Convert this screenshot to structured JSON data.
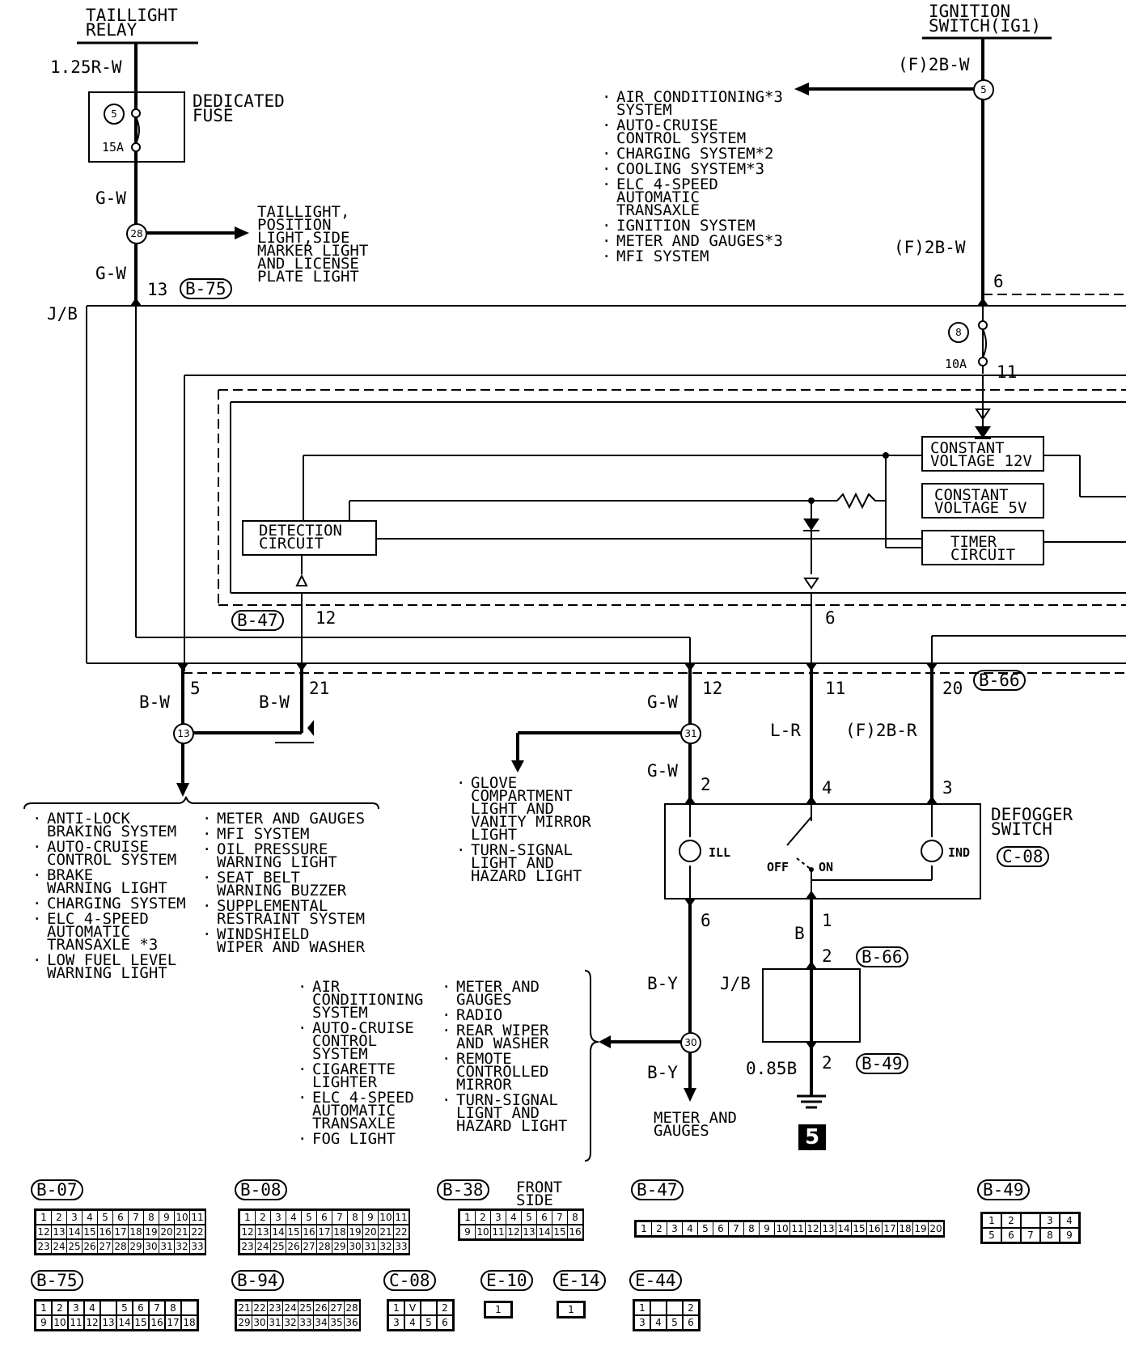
{
  "top": {
    "taillight_relay": "TAILLIGHT\nRELAY",
    "ignition_switch": "IGNITION\nSWITCH(IG1)",
    "wire_1_25rw": "1.25R-W",
    "dedicated_fuse": "DEDICATED\nFUSE",
    "fuse5_num": "5",
    "fuse5_amp": "15A",
    "wire_gw_a": "G-W",
    "wire_gw_b": "G-W",
    "splice_28": "28",
    "taillight_dest": "TAILLIGHT,\nPOSITION\nLIGHT,SIDE\nMARKER LIGHT\nAND LICENSE\nPLATE LIGHT",
    "pin_13": "13",
    "conn_b75": "B-75",
    "jb": "J/B",
    "wire_f2bw_a": "(F)2B-W",
    "wire_f2bw_b": "(F)2B-W",
    "splice_5": "5",
    "pin_6_top": "6",
    "fuse8_num": "8",
    "fuse8_amp": "10A",
    "pin_11_top": "11",
    "ig_dest": [
      "AIR CONDITIONING*3\nSYSTEM",
      "AUTO-CRUISE\nCONTROL SYSTEM",
      "CHARGING SYSTEM*2",
      "COOLING SYSTEM*3",
      "ELC 4-SPEED\nAUTOMATIC\nTRANSAXLE",
      "IGNITION SYSTEM",
      "METER AND GAUGES*3",
      "MFI SYSTEM"
    ]
  },
  "jb_internal": {
    "constant_12v": "CONSTANT\nVOLTAGE 12V",
    "constant_5v": "CONSTANT\nVOLTAGE 5V",
    "timer": "TIMER\nCIRCUIT",
    "detection": "DETECTION\nCIRCUIT",
    "conn_b47": "B-47",
    "pin_12_b47": "12",
    "pin_6_mid": "6"
  },
  "lower": {
    "pin_5": "5",
    "pin_21": "21",
    "pin_12": "12",
    "pin_11": "11",
    "pin_20": "20",
    "conn_b66": "B-66",
    "wire_bw_a": "B-W",
    "wire_bw_b": "B-W",
    "wire_gw_c": "G-W",
    "wire_gw_d": "G-W",
    "wire_lr": "L-R",
    "wire_f2br": "(F)2B-R",
    "splice_13": "13",
    "splice_31": "31",
    "splice_30": "30",
    "pin_2_sw": "2",
    "pin_4_sw": "4",
    "pin_3_sw": "3",
    "defogger_switch": "DEFOGGER\nSWITCH",
    "conn_c08": "C-08",
    "ill": "ILL",
    "ind": "IND",
    "off": "OFF",
    "on": "ON",
    "pin_6_sw": "6",
    "pin_1_sw": "1",
    "wire_by_a": "B-Y",
    "wire_by_b": "B-Y",
    "wire_b": "B",
    "pin_2_b66": "2",
    "conn_b66_b": "B-66",
    "jb_b": "J/B",
    "wire_085b": "0.85B",
    "pin_2_b49": "2",
    "conn_b49": "B-49",
    "ground_num": "5",
    "meter_dest": "METER AND\nGAUGES",
    "bw_dest_col1": [
      "ANTI-LOCK\nBRAKING SYSTEM",
      "AUTO-CRUISE\nCONTROL SYSTEM",
      "BRAKE\nWARNING LIGHT",
      "CHARGING SYSTEM",
      "ELC 4-SPEED\nAUTOMATIC\nTRANSAXLE *3",
      "LOW FUEL LEVEL\nWARNING LIGHT"
    ],
    "bw_dest_col2": [
      "METER AND GAUGES",
      "MFI SYSTEM",
      "OIL PRESSURE\nWARNING LIGHT",
      "SEAT BELT\nWARNING BUZZER",
      "SUPPLEMENTAL\nRESTRAINT SYSTEM",
      "WINDSHIELD\nWIPER AND WASHER"
    ],
    "gw_dest": [
      "GLOVE\nCOMPARTMENT\nLIGHT AND\nVANITY MIRROR\nLIGHT",
      "TURN-SIGNAL\nLIGHT AND\nHAZARD LIGHT"
    ],
    "by_src_col1": [
      "AIR\nCONDITIONING\nSYSTEM",
      "AUTO-CRUISE\nCONTROL\nSYSTEM",
      "CIGARETTE\nLIGHTER",
      "ELC 4-SPEED\nAUTOMATIC\nTRANSAXLE",
      "FOG LIGHT"
    ],
    "by_src_col2": [
      "METER AND\nGAUGES",
      "RADIO",
      "REAR WIPER\nAND WASHER",
      "REMOTE\nCONTROLLED\nMIRROR",
      "TURN-SIGNAL\nLIGNT AND\nHAZARD LIGHT"
    ]
  },
  "connectors": {
    "b07": "B-07",
    "b08": "B-08",
    "b38": "B-38",
    "front_side": "FRONT\nSIDE",
    "b47": "B-47",
    "b49": "B-49",
    "b75": "B-75",
    "b94": "B-94",
    "c08": "C-08",
    "e10": "E-10",
    "e14": "E-14",
    "e44": "E-44"
  }
}
